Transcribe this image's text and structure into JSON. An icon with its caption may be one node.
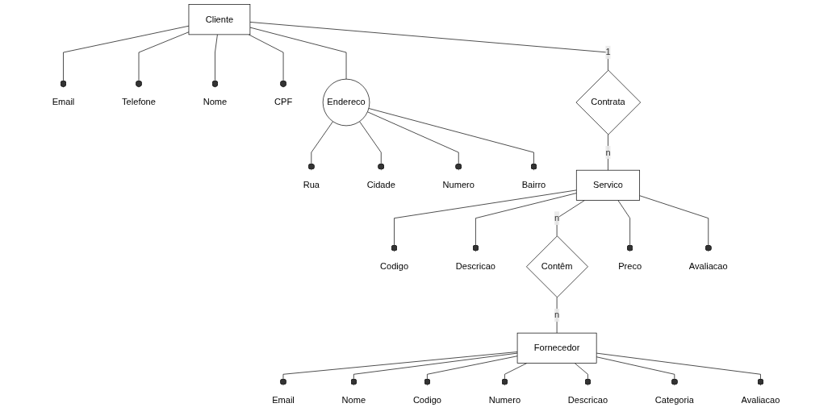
{
  "diagram": {
    "nodes": [
      {
        "text": [
          "Email"
        ]
      },
      {
        "text": [
          "Telefone"
        ]
      },
      {
        "text": [
          "Nome"
        ]
      },
      {
        "text": [
          "Cliente"
        ]
      },
      {
        "text": [
          "CPF"
        ]
      },
      {
        "text": [
          "Endereco"
        ]
      },
      {
        "text": [
          "Rua"
        ]
      },
      {
        "text": [
          "Cidade"
        ]
      },
      {
        "text": [
          "Numero"
        ]
      },
      {
        "text": [
          "Bairro"
        ]
      },
      {
        "text": [
          "Contrata"
        ]
      },
      {
        "text": [
          "Email"
        ]
      },
      {
        "text": [
          "Nome"
        ]
      },
      {
        "text": [
          "Codigo"
        ]
      },
      {
        "text": [
          "Codigo"
        ]
      },
      {
        "text": [
          "Descricao"
        ]
      },
      {
        "text": [
          "Servico"
        ]
      },
      {
        "text": [
          "Contêm"
        ]
      },
      {
        "text": [
          "Fornecedor"
        ]
      },
      {
        "text": [
          "Preco"
        ]
      },
      {
        "text": [
          "Numero"
        ]
      },
      {
        "text": [
          "Descricao"
        ]
      },
      {
        "text": [
          "Avaliacao"
        ]
      },
      {
        "text": [
          "Categoria"
        ]
      },
      {
        "text": [
          "Avaliacao"
        ]
      }
    ],
    "edges": [
      {
        "from": 3,
        "to": 0,
        "arrow": "other"
      },
      {
        "from": 3,
        "to": 1,
        "arrow": "other"
      },
      {
        "from": 3,
        "to": 2,
        "arrow": "other"
      },
      {
        "from": 3,
        "to": 4,
        "arrow": "other"
      },
      {
        "from": 3,
        "to": 5,
        "arrow": "none"
      },
      {
        "from": 5,
        "to": 6,
        "arrow": "other"
      },
      {
        "from": 5,
        "to": 7,
        "arrow": "other"
      },
      {
        "from": 5,
        "to": 9,
        "arrow": "other"
      },
      {
        "from": 5,
        "to": 8,
        "arrow": "other"
      },
      {
        "from": 3,
        "to": 10,
        "arrow": "none",
        "label": "1"
      },
      {
        "from": 10,
        "to": 16,
        "arrow": "none",
        "label": "n"
      },
      {
        "from": 16,
        "to": 13,
        "arrow": "other"
      },
      {
        "from": 16,
        "to": 15,
        "arrow": "other"
      },
      {
        "from": 16,
        "to": 19,
        "arrow": "other"
      },
      {
        "from": 16,
        "to": 22,
        "arrow": "other"
      },
      {
        "from": 16,
        "to": 17,
        "arrow": "none",
        "label": "n"
      },
      {
        "from": 17,
        "to": 18,
        "arrow": "none",
        "label": "n"
      },
      {
        "from": 18,
        "to": 11,
        "arrow": "other"
      },
      {
        "from": 18,
        "to": 12,
        "arrow": "other"
      },
      {
        "from": 18,
        "to": 14,
        "arrow": "other"
      },
      {
        "from": 18,
        "to": 20,
        "arrow": "other"
      },
      {
        "from": 18,
        "to": 21,
        "arrow": "other"
      },
      {
        "from": 18,
        "to": 23,
        "arrow": "other"
      },
      {
        "from": 18,
        "to": 24,
        "arrow": "other"
      }
    ]
  }
}
